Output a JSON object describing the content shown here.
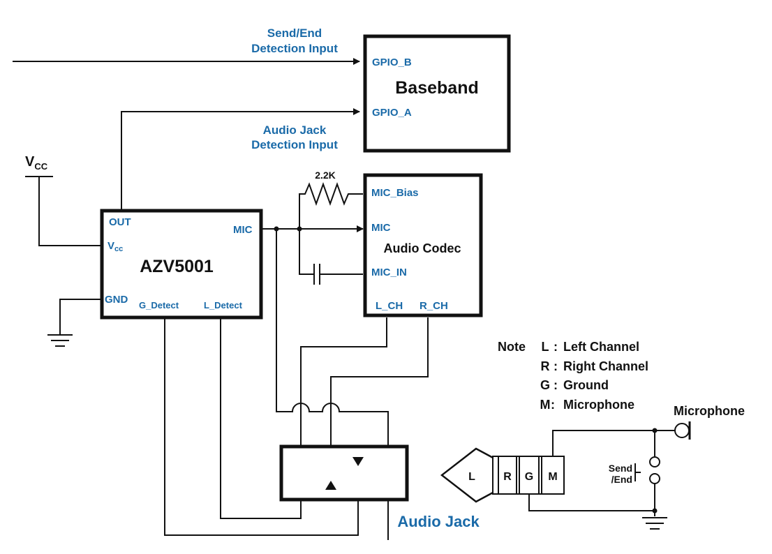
{
  "signals": {
    "send_end_line1": "Send/End",
    "send_end_line2": "Detection Input",
    "audio_jack_line1": "Audio Jack",
    "audio_jack_line2": "Detection Input"
  },
  "baseband": {
    "title": "Baseband",
    "gpio_b": "GPIO_B",
    "gpio_a": "GPIO_A"
  },
  "vcc": {
    "main": "V",
    "sub": "CC"
  },
  "azv": {
    "title": "AZV5001",
    "out": "OUT",
    "vcc_main": "V",
    "vcc_sub": "cc",
    "mic": "MIC",
    "gnd": "GND",
    "g_detect": "G_Detect",
    "l_detect": "L_Detect"
  },
  "resistor_label": "2.2K",
  "codec": {
    "title": "Audio Codec",
    "mic_bias": "MIC_Bias",
    "mic": "MIC",
    "mic_in": "MIC_IN",
    "l_ch": "L_CH",
    "r_ch": "R_CH"
  },
  "audio_jack_label": "Audio Jack",
  "note": {
    "heading": "Note",
    "items": [
      {
        "key": "L",
        "sep": ":",
        "value": "Left Channel"
      },
      {
        "key": "R",
        "sep": ":",
        "value": "Right Channel"
      },
      {
        "key": "G",
        "sep": ":",
        "value": "Ground"
      },
      {
        "key": "M",
        "sep": ":",
        "value": "Microphone"
      }
    ]
  },
  "plug": {
    "l": "L",
    "r": "R",
    "g": "G",
    "m": "M"
  },
  "headset": {
    "microphone": "Microphone",
    "send_line1": "Send",
    "send_line2": "/End"
  }
}
